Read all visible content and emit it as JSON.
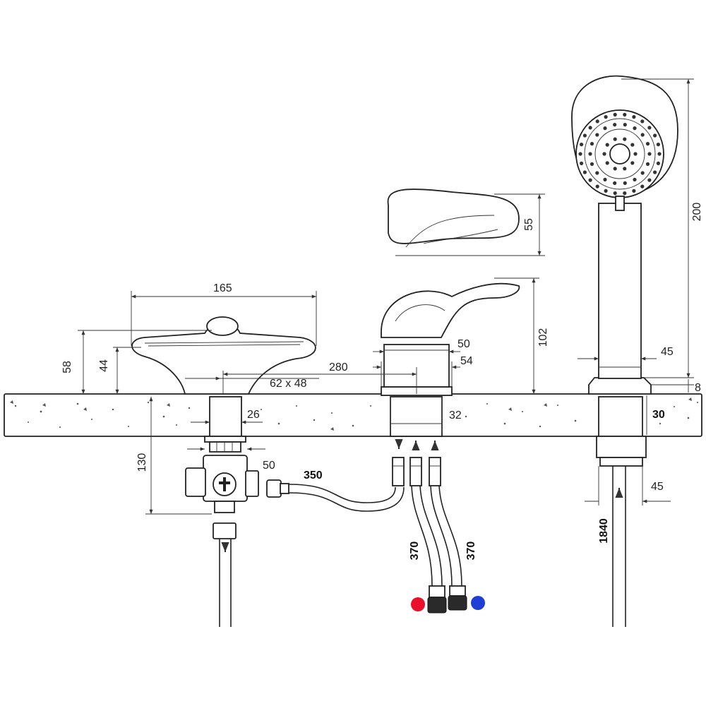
{
  "dimensions": {
    "spout_length": "165",
    "spout_height_total": "58",
    "spout_height_body": "44",
    "spout_hole": "62 x 48",
    "spout_shank": "26",
    "diverter_body": "50",
    "below_deck": "130",
    "hose_diverter": "350",
    "spacing": "280",
    "mixer_collar_top": "50",
    "mixer_collar_bottom": "54",
    "mixer_shank": "32",
    "mixer_height": "102",
    "lever_height": "55",
    "hose_left": "370",
    "hose_right": "370",
    "shower_height": "200",
    "holder_width": "45",
    "holder_base": "8",
    "deck_thickness": "30",
    "holder_shank": "45",
    "shower_hose": "1840"
  },
  "colors": {
    "hot": "#e8102a",
    "cold": "#1d3fd6",
    "line": "#222222"
  },
  "icons": {
    "hot": "hot-water-dot-icon",
    "cold": "cold-water-dot-icon",
    "flow": "flow-arrow-icon"
  }
}
